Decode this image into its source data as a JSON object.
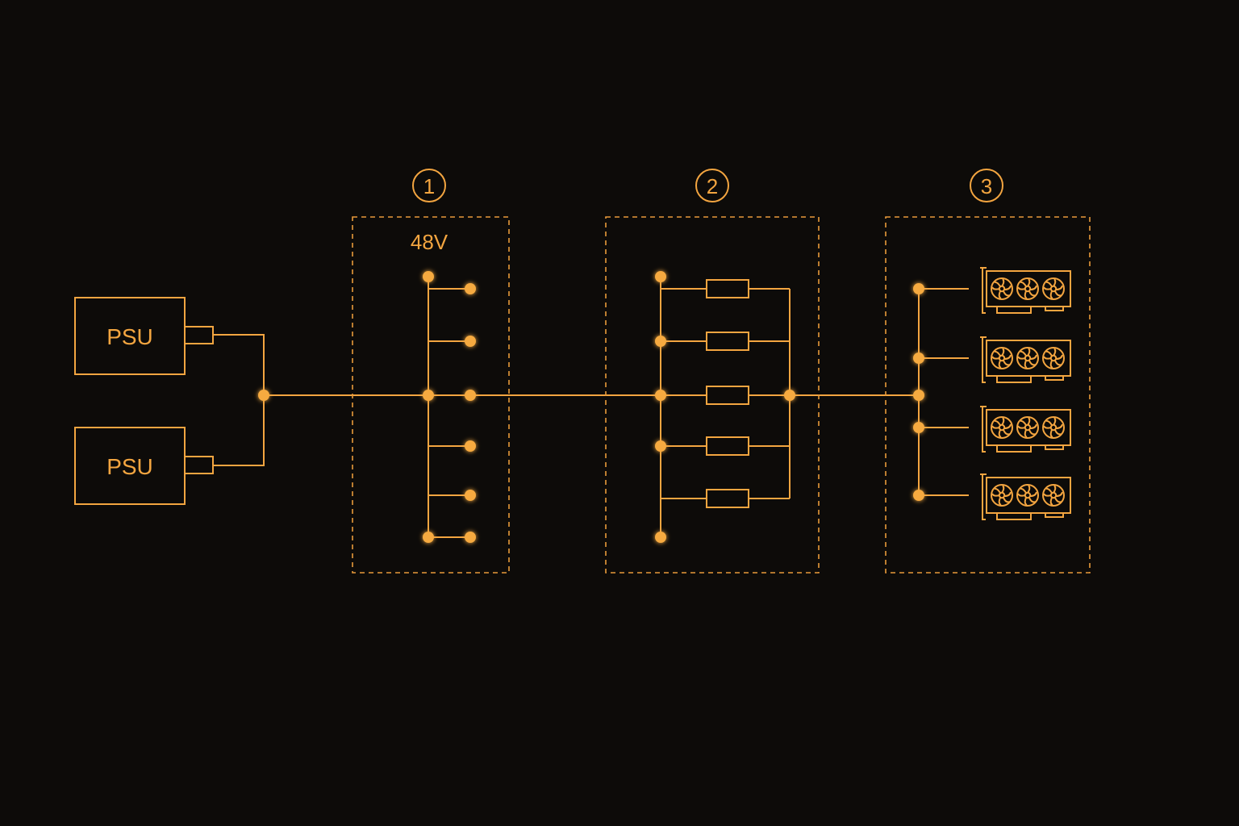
{
  "colors": {
    "background": "#0d0b09",
    "accent": "#f3a540"
  },
  "power_supplies": [
    {
      "label": "PSU"
    },
    {
      "label": "PSU"
    }
  ],
  "stages": [
    {
      "number": "1",
      "label": "48V"
    },
    {
      "number": "2",
      "label": ""
    },
    {
      "number": "3",
      "label": ""
    }
  ],
  "icons": {
    "resistor": "resistor-icon",
    "gpu": "gpu-card-icon"
  },
  "counts": {
    "stage1_outputs": 6,
    "stage2_resistors": 5,
    "stage3_gpus": 4
  }
}
